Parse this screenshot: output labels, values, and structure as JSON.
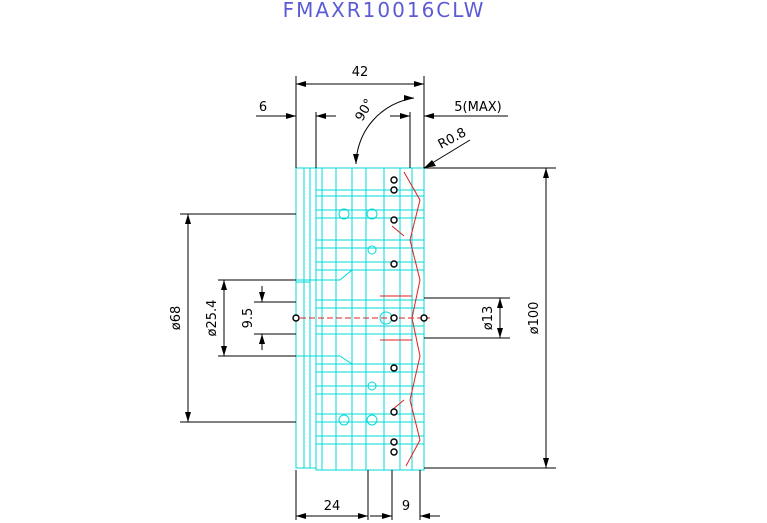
{
  "drawing": {
    "title": "FMAXR10016CLW",
    "dimensions": {
      "overall_length": "42",
      "flange_width": "6",
      "angle": "90°",
      "max_depth": "5(MAX)",
      "corner_radius": "R0.8",
      "diameter_68": "ø68",
      "diameter_25_4": "ø25.4",
      "keyway_9_5": "9.5",
      "diameter_13": "ø13",
      "diameter_100": "ø100",
      "bottom_24": "24",
      "bottom_9": "9"
    },
    "colors": {
      "title": "#5b5bd6",
      "body_outline": "#00d8d8",
      "insert_detail": "#e02020",
      "dimension": "#000000"
    }
  }
}
